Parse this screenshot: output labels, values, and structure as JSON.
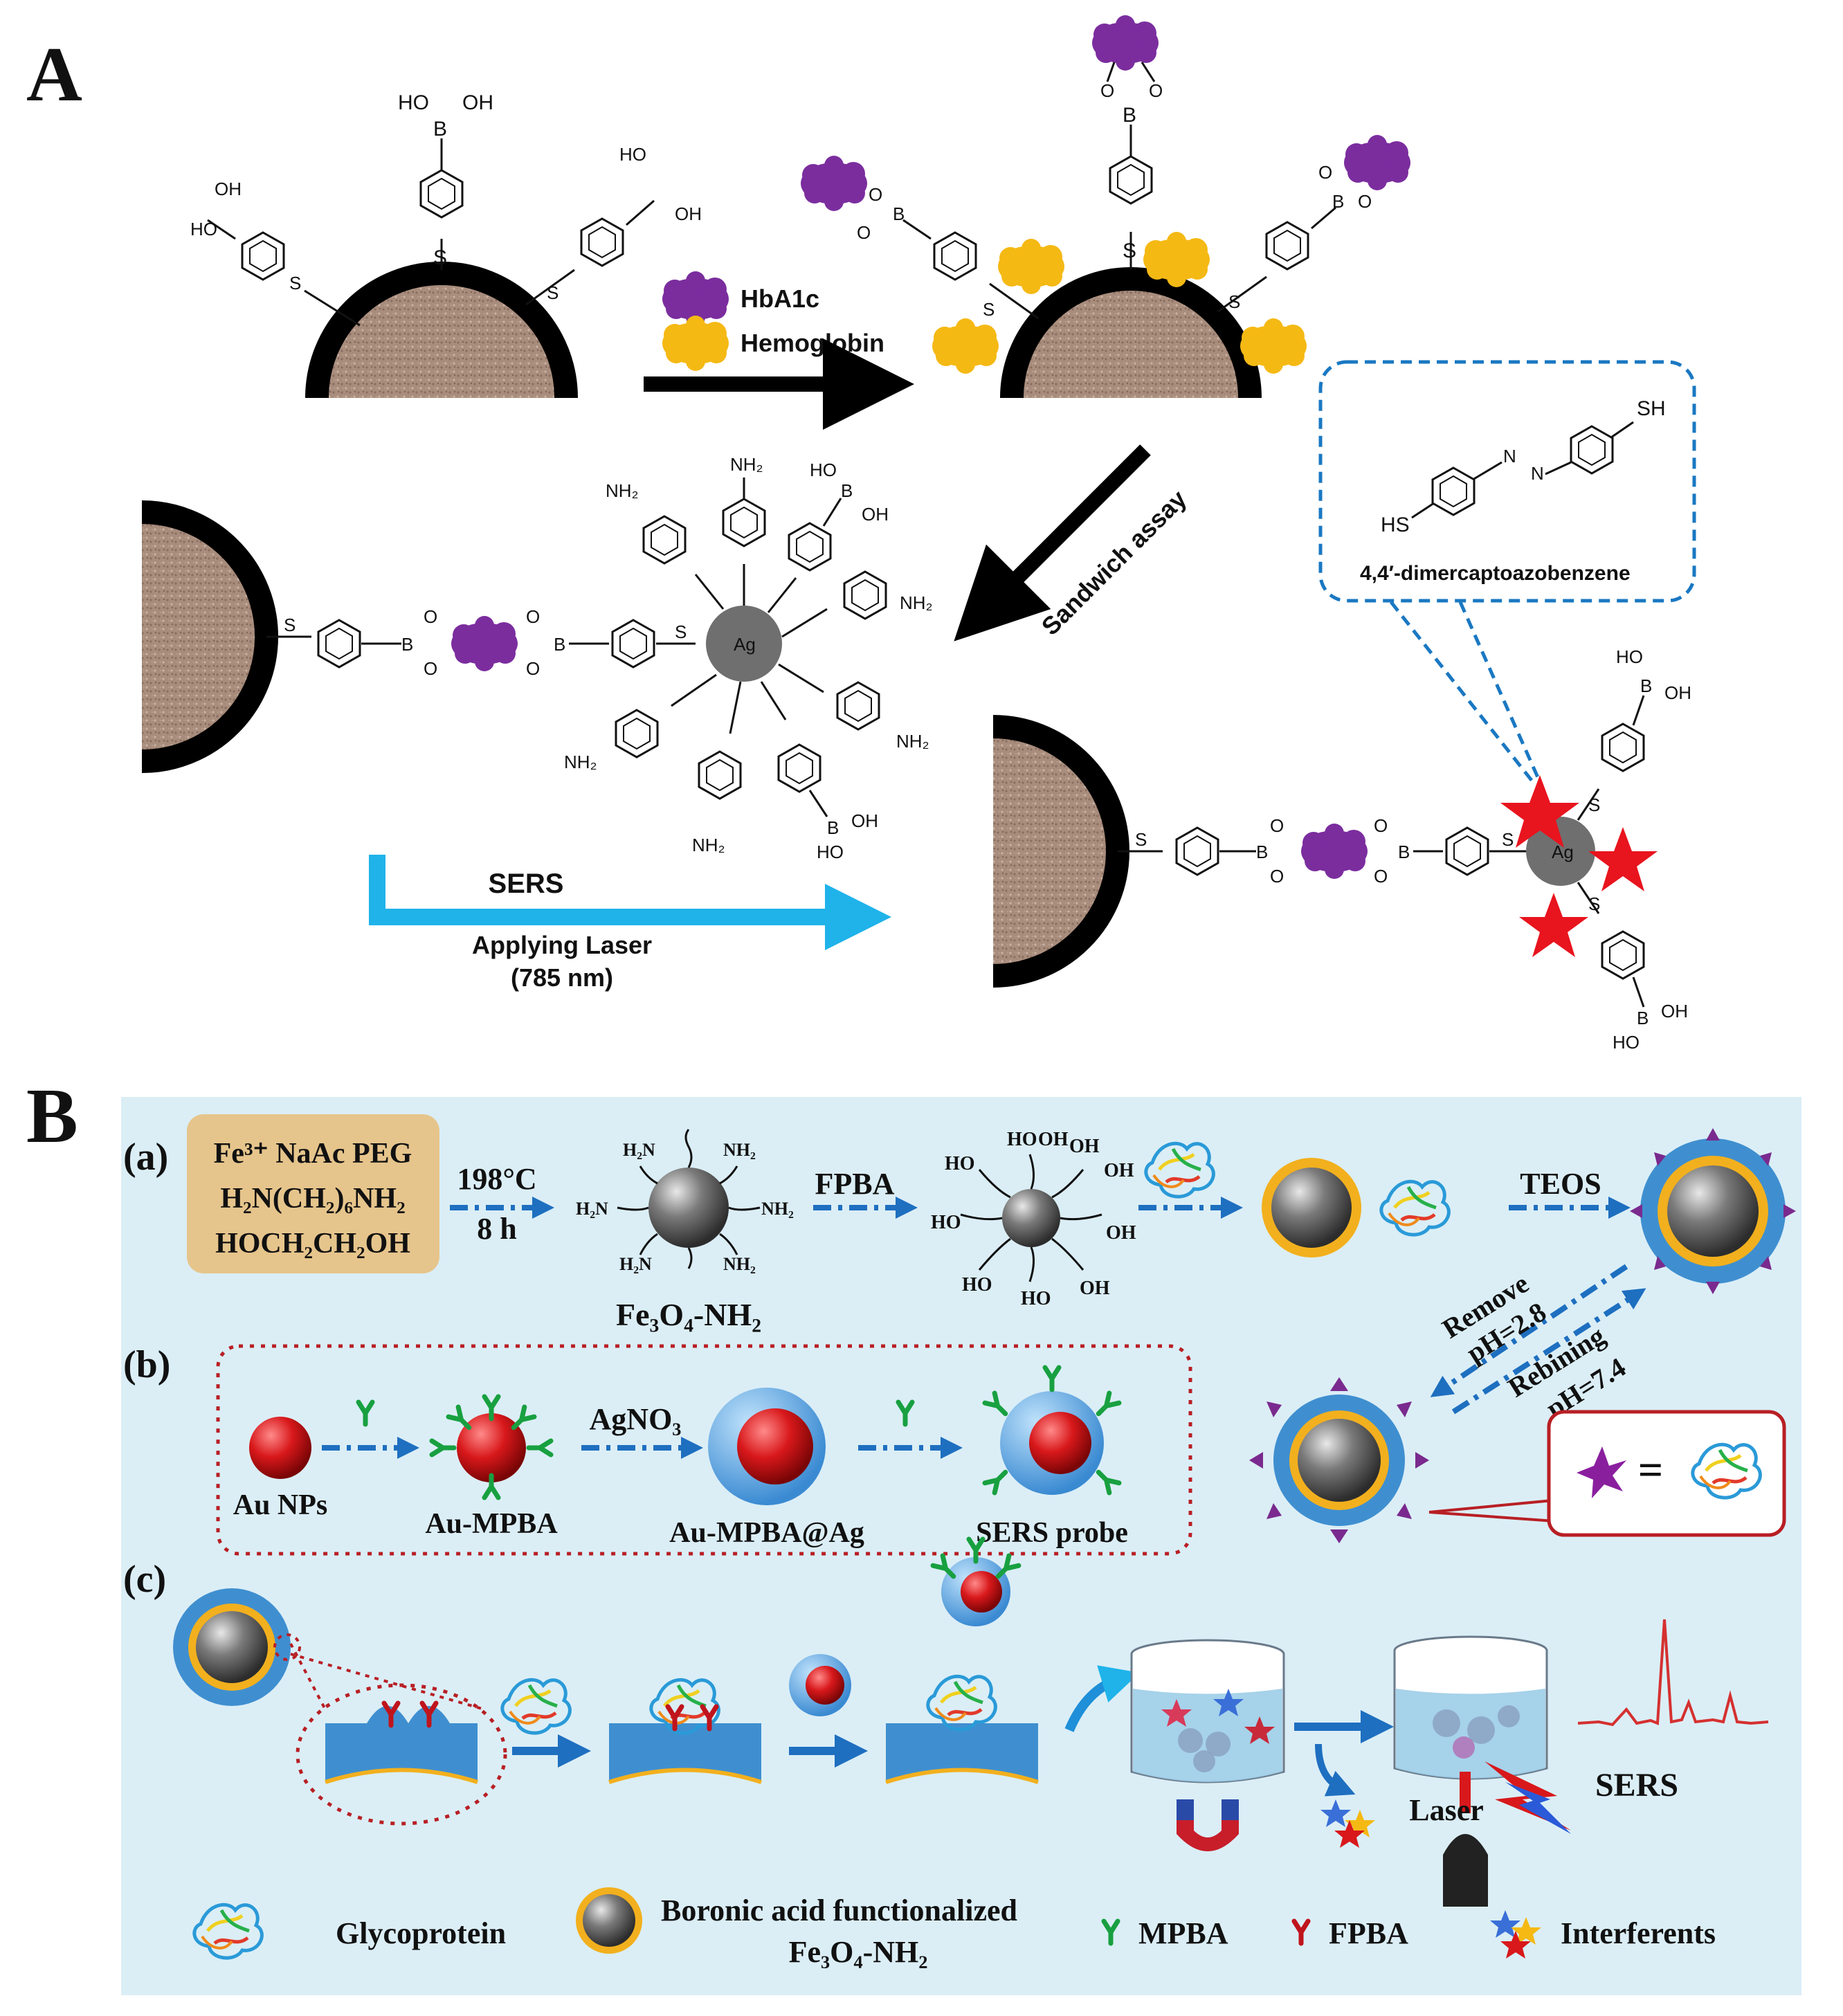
{
  "panel_a": {
    "label": "A",
    "legend": {
      "hba1c": "HbA1c",
      "hemoglobin": "Hemoglobin"
    },
    "step_sandwich": "Sandwich assay",
    "inset_molecule": "4,4′-dimercaptoazobenzene",
    "sers_label": "SERS",
    "laser_label": "Applying Laser",
    "laser_wavelength": "(785 nm)",
    "ag_label": "Ag",
    "chem_labels": {
      "hoboh_left": "HO",
      "oh": "OH",
      "b": "B",
      "s": "S",
      "o": "O",
      "nh2": "NH₂",
      "sh": "SH",
      "hs": "HS",
      "n": "N"
    }
  },
  "panel_b": {
    "label": "B",
    "sub_a": "(a)",
    "sub_b": "(b)",
    "sub_c": "(c)",
    "reagents": [
      "Fe³⁺  NaAc  PEG",
      "H₂N(CH₂)₆NH₂",
      "HOCH₂CH₂OH"
    ],
    "condition_temp": "198°C",
    "condition_time": "8 h",
    "nh2_label": "NH₂",
    "h2n_label": "H₂N",
    "fe3o4_nh2": "Fe₃O₄-NH₂",
    "fpba": "FPBA",
    "oh_label": "OH",
    "ho_label": "HO",
    "teos": "TEOS",
    "remove": "Remove",
    "remove_ph": "pH=2.8",
    "rebinding": "Rebining",
    "rebinding_ph": "pH=7.4",
    "agno3": "AgNO₃",
    "au_nps": "Au NPs",
    "au_mpba": "Au-MPBA",
    "au_mpba_ag": "Au-MPBA@Ag",
    "sers_probe": "SERS probe",
    "equals": "=",
    "laser": "Laser",
    "sers": "SERS",
    "legend": {
      "glycoprotein": "Glycoprotein",
      "boronic_line1": "Boronic acid functionalized",
      "boronic_line2": "Fe₃O₄-NH₂",
      "mpba": "MPBA",
      "fpba": "FPBA",
      "interferents": "Interferents"
    }
  },
  "colors": {
    "hba1c": "#7b2d9e",
    "hemoglobin": "#f5b914",
    "sers_arrow": "#1fb3ea",
    "inset_border": "#1a78c2",
    "star": "#e8141e",
    "panel_b_bg": "#dbeef6",
    "core_gray": "#6a6a6a",
    "gold_shell": "#f2b01e",
    "silica_shell": "#3f8fd0",
    "au_red": "#d8181b",
    "red_dotted": "#b81f24",
    "spectrum": "#d53030"
  }
}
